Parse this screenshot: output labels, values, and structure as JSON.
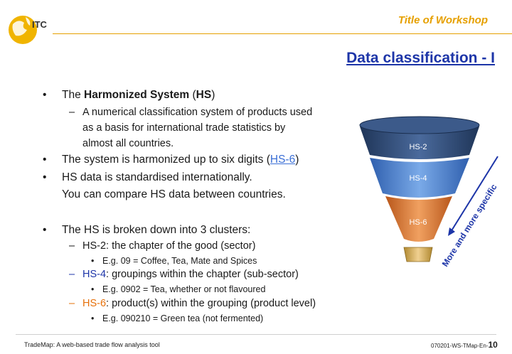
{
  "header": {
    "workshop_title": "Title of Workshop",
    "slide_title": "Data classification - I",
    "logo_text": "ITC"
  },
  "bullets": {
    "b1_pre": "The ",
    "b1_bold": "Harmonized System",
    "b1_mid": " (",
    "b1_bold2": "HS",
    "b1_post": ")",
    "b1_sub_line1": "A numerical classification system of products used",
    "b1_sub_line2": "as a basis for international trade statistics by",
    "b1_sub_line3": "almost all countries.",
    "b2_pre": "The system is harmonized up to six digits (",
    "b2_link": "HS-6",
    "b2_post": ")",
    "b3_line1": "HS data is standardised internationally.",
    "b3_line2": "You can compare HS data between countries.",
    "b4": "The HS is broken down into 3 clusters:",
    "hs2_label": "HS-2",
    "hs2_text": ":  the chapter of the good (sector)",
    "hs2_example": "E.g. 09 = Coffee, Tea, Mate and Spices",
    "hs4_label": "HS-4",
    "hs4_text": ": groupings within the chapter (sub-sector)",
    "hs4_example": "E.g. 0902 = Tea, whether or not flavoured",
    "hs6_label": "HS-6",
    "hs6_text": ": product(s) within the grouping (product level)",
    "hs6_example": "E.g. 090210 = Green tea (not fermented)"
  },
  "funnel": {
    "layer1": "HS-2",
    "layer2": "HS-4",
    "layer3": "HS-6",
    "arrow_text": "More and more specific",
    "colors": {
      "layer1": "#2e4a78",
      "layer2": "#4a7fd0",
      "layer3": "#e07a2e",
      "base": "#d8b060"
    }
  },
  "footer": {
    "left": "TradeMap: A web-based trade flow analysis tool",
    "right_code": "070201-WS-TMap-En-",
    "page": "10"
  }
}
